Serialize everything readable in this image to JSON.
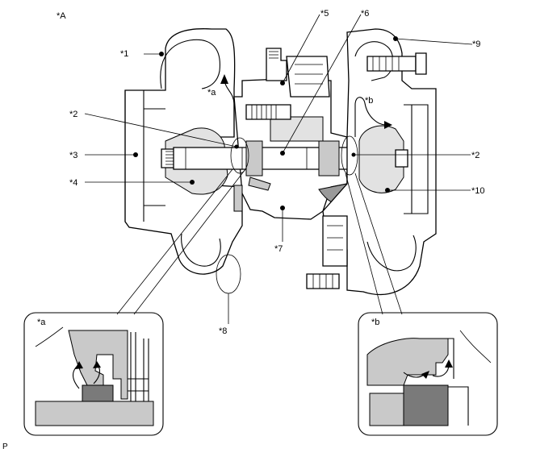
{
  "figure_id": "*A",
  "corner_code": "P",
  "callouts": {
    "c1": "*1",
    "c2_left": "*2",
    "c2_right": "*2",
    "c3": "*3",
    "c4": "*4",
    "c5": "*5",
    "c6": "*6",
    "c7": "*7",
    "c8": "*8",
    "c9": "*9",
    "c10": "*10",
    "ca": "*a",
    "cb": "*b"
  },
  "detail_views": {
    "a_label": "*a",
    "b_label": "*b"
  }
}
